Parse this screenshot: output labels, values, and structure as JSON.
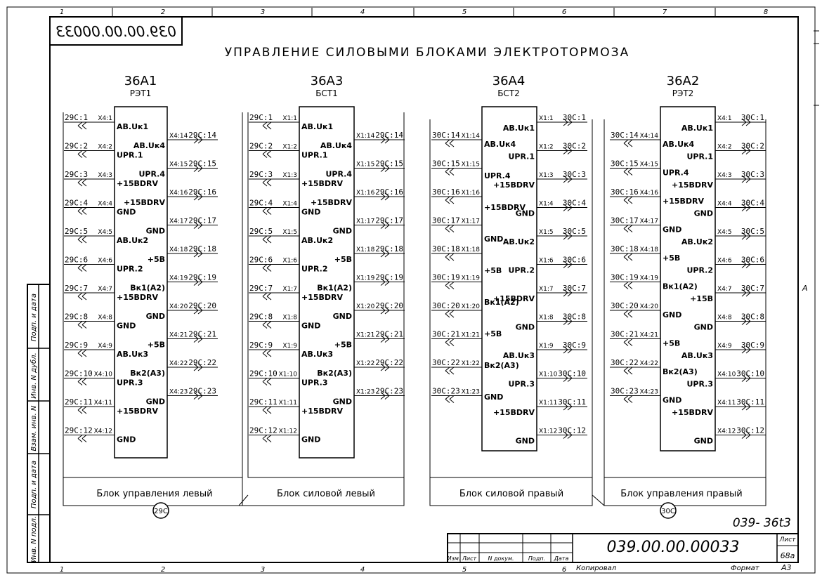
{
  "doc_number_mirrored": "039.00.00.00033",
  "title": "УПРАВЛЕНИЕ СИЛОВЫМИ БЛОКАМИ ЭЛЕКТРОТОРМОЗА",
  "column_numbers_top": [
    "1",
    "2",
    "3",
    "4",
    "5",
    "6",
    "7",
    "8"
  ],
  "column_numbers_bottom": [
    "1",
    "2",
    "3",
    "4",
    "5",
    "6"
  ],
  "row_letter_right": "А",
  "blocks": [
    {
      "name": "36А1",
      "sub": "РЭТ1",
      "left_pins": [
        "АВ.Uк1",
        "UPR.1",
        "+15BDRV",
        "GND",
        "АВ.Uк2",
        "UPR.2",
        "+15BDRV",
        "GND",
        "АВ.Uк3",
        "UPR.3",
        "+15BDRV",
        "GND"
      ],
      "right_pins": [
        "АВ.Uк4",
        "UPR.4",
        "+15BDRV",
        "GND",
        "+5В",
        "Вк1(А2)",
        "GND",
        "+5В",
        "Вк2(А3)",
        "GND"
      ],
      "left_conn": [
        "X4:1",
        "X4:2",
        "X4:3",
        "X4:4",
        "X4:5",
        "X4:6",
        "X4:7",
        "X4:8",
        "X4:9",
        "X4:10",
        "X4:11",
        "X4:12"
      ],
      "left_wire": [
        "29С:1",
        "29С:2",
        "29С:3",
        "29С:4",
        "29С:5",
        "29С:6",
        "29С:7",
        "29С:8",
        "29С:9",
        "29С:10",
        "29С:11",
        "29С:12"
      ],
      "right_conn": [
        "X4:14",
        "X4:15",
        "X4:16",
        "X4:17",
        "X4:18",
        "X4:19",
        "X4:20",
        "X4:21",
        "X4:22",
        "X4:23"
      ],
      "right_wire": [
        "29С:14",
        "29С:15",
        "29С:16",
        "29С:17",
        "29С:18",
        "29С:19",
        "29С:20",
        "29С:21",
        "29С:22",
        "29С:23"
      ]
    },
    {
      "name": "36А3",
      "sub": "БСТ1",
      "left_pins": [
        "АВ.Uк1",
        "UPR.1",
        "+15BDRV",
        "GND",
        "АВ.Uк2",
        "UPR.2",
        "+15BDRV",
        "GND",
        "АВ.Uк3",
        "UPR.3",
        "+15BDRV",
        "GND"
      ],
      "right_pins": [
        "АВ.Uк4",
        "UPR.4",
        "+15BDRV",
        "GND",
        "+5В",
        "Вк1(А2)",
        "GND",
        "+5В",
        "Вк2(А3)",
        "GND"
      ],
      "left_conn": [
        "X1:1",
        "X1:2",
        "X1:3",
        "X1:4",
        "X1:5",
        "X1:6",
        "X1:7",
        "X1:8",
        "X1:9",
        "X1:10",
        "X1:11",
        "X1:12"
      ],
      "left_wire": [
        "29С:1",
        "29С:2",
        "29С:3",
        "29С:4",
        "29С:5",
        "29С:6",
        "29С:7",
        "29С:8",
        "29С:9",
        "29С:10",
        "29С:11",
        "29С:12"
      ],
      "right_conn": [
        "X1:14",
        "X1:15",
        "X1:16",
        "X1:17",
        "X1:18",
        "X1:19",
        "X1:20",
        "X1:21",
        "X1:22",
        "X1:23"
      ],
      "right_wire": [
        "29С:14",
        "29С:15",
        "29С:16",
        "29С:17",
        "29С:18",
        "29С:19",
        "29С:20",
        "29С:21",
        "29С:22",
        "29С:23"
      ]
    },
    {
      "name": "36А4",
      "sub": "БСТ2",
      "left_pins": [
        "АВ.Uк4",
        "UPR.4",
        "+15BDRV",
        "GND",
        "+5В",
        "Вк1(А2)",
        "+5В",
        "Вк2(А3)",
        "GND"
      ],
      "right_pins": [
        "АВ.Uк1",
        "UPR.1",
        "+15BDRV",
        "GND",
        "АВ.Uк2",
        "UPR.2",
        "+15BDRV",
        "GND",
        "АВ.Uк3",
        "UPR.3",
        "+15BDRV",
        "GND"
      ],
      "left_conn": [
        "X1:14",
        "X1:15",
        "X1:16",
        "X1:17",
        "X1:18",
        "X1:19",
        "X1:20",
        "X1:21",
        "X1:22",
        "X1:23"
      ],
      "left_wire": [
        "30С:14",
        "30С:15",
        "30С:16",
        "30С:17",
        "30С:18",
        "30С:19",
        "30С:20",
        "30С:21",
        "30С:22",
        "30С:23"
      ],
      "right_conn": [
        "X1:1",
        "X1:2",
        "X1:3",
        "X1:4",
        "X1:5",
        "X1:6",
        "X1:7",
        "X1:8",
        "X1:9",
        "X1:10",
        "X1:11",
        "X1:12"
      ],
      "right_wire": [
        "30С:1",
        "30С:2",
        "30С:3",
        "30С:4",
        "30С:5",
        "30С:6",
        "30С:7",
        "30С:8",
        "30С:9",
        "30С:10",
        "30С:11",
        "30С:12"
      ]
    },
    {
      "name": "36А2",
      "sub": "РЭТ2",
      "left_pins": [
        "АВ.Uк4",
        "UPR.4",
        "+15BDRV",
        "GND",
        "+5В",
        "Вк1(А2)",
        "GND",
        "+5В",
        "Вк2(А3)",
        "GND"
      ],
      "right_pins": [
        "АВ.Uк1",
        "UPR.1",
        "+15BDRV",
        "GND",
        "АВ.Uк2",
        "UPR.2",
        "+15B",
        "GND",
        "АВ.Uк3",
        "UPR.3",
        "+15BDRV",
        "GND"
      ],
      "left_conn": [
        "X4:14",
        "X4:15",
        "X4:16",
        "X4:17",
        "X4:18",
        "X4:19",
        "X4:20",
        "X4:21",
        "X4:22",
        "X4:23"
      ],
      "left_wire": [
        "30С:14",
        "30С:15",
        "30С:16",
        "30С:17",
        "30С:18",
        "30С:19",
        "30С:20",
        "30С:21",
        "30С:22",
        "30С:23"
      ],
      "right_conn": [
        "X4:1",
        "X4:2",
        "X4:3",
        "X4:4",
        "X4:5",
        "X4:6",
        "X4:7",
        "X4:8",
        "X4:9",
        "X4:10",
        "X4:11",
        "X4:12"
      ],
      "right_wire": [
        "30С:1",
        "30С:2",
        "30С:3",
        "30С:4",
        "30С:5",
        "30С:6",
        "30С:7",
        "30С:8",
        "30С:9",
        "30С:10",
        "30С:11",
        "30С:12"
      ]
    }
  ],
  "group_labels": [
    "Блок управления левый",
    "Блок силовой левый",
    "Блок силовой правый",
    "Блок управления правый"
  ],
  "harness": [
    "29С",
    "30С"
  ],
  "sheet_code": "039- 36t3",
  "stamp": {
    "number": "039.00.00.00033",
    "cols": [
      "Изм.",
      "Лист",
      "N докум.",
      "Подп.",
      "Дата"
    ],
    "sheet_label": "Лист",
    "sheet_value": "68а",
    "copied": "Копировал",
    "format": "Формат",
    "format_value": "А3"
  },
  "side_labels": [
    "Подп. и дата",
    "Инв. N дубл.",
    "Взам. инв. N",
    "Подп. и дата",
    "Инв. N подл."
  ]
}
